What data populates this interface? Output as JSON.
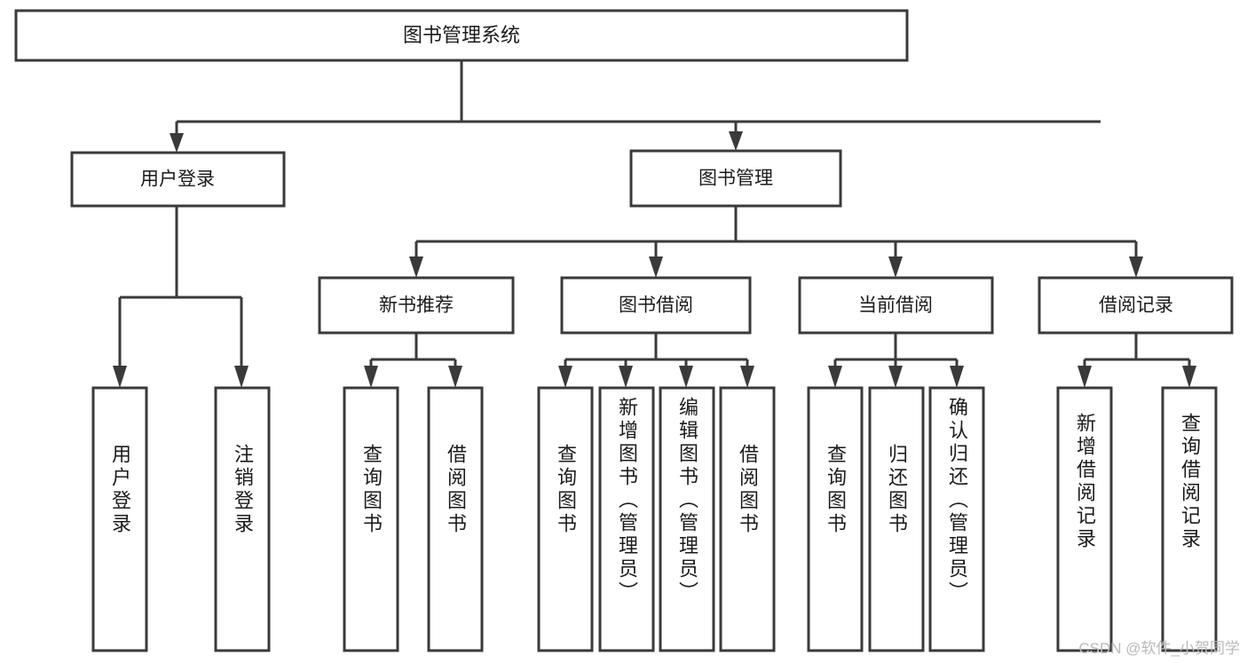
{
  "diagram": {
    "title": "图书管理系统",
    "watermark": "CSDN @软件_小贺同学",
    "type": "tree-hierarchy",
    "colors": {
      "stroke": "#3a3a3a",
      "fill": "#ffffff",
      "text": "#1b1b1b",
      "watermark": "#b9b9b9",
      "background": "#ffffff"
    },
    "root": {
      "label": "图书管理系统"
    },
    "level2": [
      {
        "label": "用户登录"
      },
      {
        "label": "图书管理"
      }
    ],
    "level3": [
      {
        "label": "新书推荐"
      },
      {
        "label": "图书借阅"
      },
      {
        "label": "当前借阅"
      },
      {
        "label": "借阅记录"
      }
    ],
    "leaves": {
      "user_login": [
        {
          "label": "用户登录"
        },
        {
          "label": "注销登录"
        }
      ],
      "new_book_recommend": [
        {
          "label": "查询图书"
        },
        {
          "label": "借阅图书"
        }
      ],
      "book_borrow": [
        {
          "label": "查询图书"
        },
        {
          "label": "新增图书（管理员）"
        },
        {
          "label": "编辑图书（管理员）"
        },
        {
          "label": "借阅图书"
        }
      ],
      "current_borrow": [
        {
          "label": "查询图书"
        },
        {
          "label": "归还图书"
        },
        {
          "label": "确认归还（管理员）"
        }
      ],
      "borrow_records": [
        {
          "label": "新增借阅记录"
        },
        {
          "label": "查询借阅记录"
        }
      ]
    }
  }
}
